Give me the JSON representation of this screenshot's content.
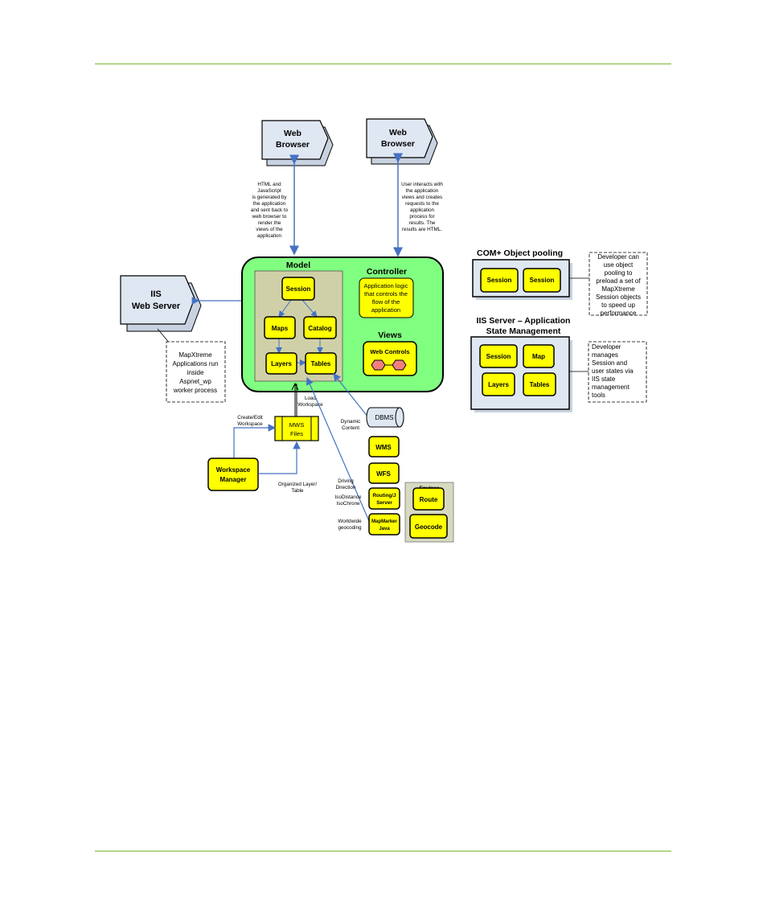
{
  "colors": {
    "rule": "#7ab82e",
    "model_fill": "#80ff80",
    "model_inner_fill": "#d0d0a8",
    "component_fill": "#ffff00",
    "component_stroke": "#000000",
    "server_fill": "#dfe7f2",
    "arrow": "#4472c4",
    "panel_fill": "#dfe7f2",
    "envinsa_fill": "#d7d9c0"
  },
  "icons": {
    "web_control": "hexagon-icon"
  },
  "browser_left": [
    "Web",
    "Browser"
  ],
  "browser_right": [
    "Web",
    "Browser"
  ],
  "note_html": [
    "HTML and",
    "JavaScript",
    "is generated by",
    "the application",
    "and sent back to",
    "web browser to",
    "render the",
    "views of the",
    "application"
  ],
  "note_user": [
    "User interacts with",
    "the application",
    "views and creates",
    "requests to the",
    "application",
    "process for",
    "results. The",
    "results are HTML."
  ],
  "iis_web_server": [
    "IIS",
    "Web Server"
  ],
  "note_iis": [
    "MapXtreme",
    "Applications run",
    "inside",
    "Aspnet_wp",
    "worker process"
  ],
  "model": {
    "title": "Model",
    "session": "Session",
    "maps": "Maps",
    "catalog": "Catalog",
    "layers": "Layers",
    "tables": "Tables"
  },
  "controller": {
    "title": "Controller",
    "text": [
      "Application logic",
      "that controls the",
      "flow of the",
      "application"
    ]
  },
  "views": {
    "title": "Views",
    "web_controls": "Web Controls"
  },
  "load_workspace": [
    "Load",
    "Workspace"
  ],
  "create_edit": [
    "Create/Edit",
    "Workspace"
  ],
  "mws_files": [
    "MWS",
    "Files"
  ],
  "workspace_manager": [
    "Workspace",
    "Manager"
  ],
  "organized": [
    "Organized Layer/",
    "Table"
  ],
  "dynamic_content": [
    "Dynamic",
    "Content"
  ],
  "dbms": "DBMS",
  "wms": "WMS",
  "wfs": "WFS",
  "routing": [
    "Routing/J",
    "Server"
  ],
  "mapmarker": [
    "MapMarker",
    "Java"
  ],
  "driving": [
    "Driving",
    "Direction"
  ],
  "isodistance": [
    "IsoDistance",
    "IsoChrone"
  ],
  "worldwide": [
    "Worldwide",
    "geocoding"
  ],
  "envinsa": {
    "title": "Envinsa",
    "route": "Route",
    "geocode": "Geocode"
  },
  "complus": {
    "title": "COM+ Object pooling",
    "session1": "Session",
    "session2": "Session",
    "note": [
      "Developer can",
      "use object",
      "pooling to",
      "preload a set of",
      "MapXtreme",
      "Session objects",
      "to speed up",
      "performance"
    ]
  },
  "iis_state": {
    "title": [
      "IIS Server – Application",
      "State Management"
    ],
    "session": "Session",
    "map": "Map",
    "layers": "Layers",
    "tables": "Tables",
    "note": [
      "Developer",
      "manages",
      "Session and",
      "user states via",
      "IIS state",
      "management",
      "tools"
    ]
  }
}
